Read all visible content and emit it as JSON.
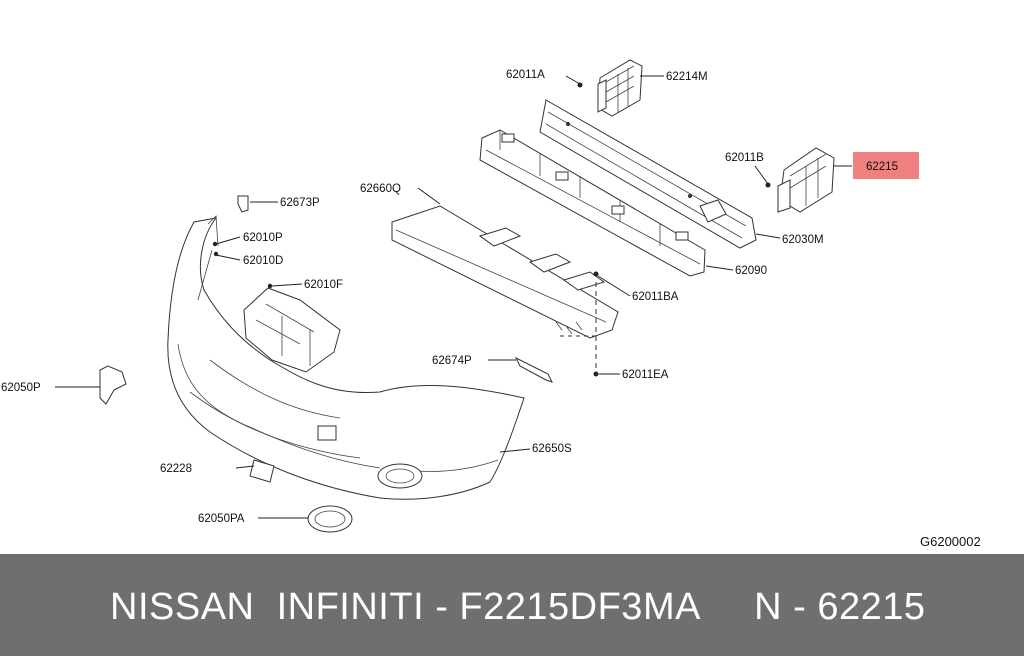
{
  "diagram": {
    "code": "G6200002",
    "highlight_color": "#f08080",
    "highlighted_part": "62215",
    "labels": {
      "p62011A": "62011A",
      "p62214M": "62214M",
      "p62215": "62215",
      "p62011B": "62011B",
      "p62030M": "62030M",
      "p62090": "62090",
      "p62660Q": "62660Q",
      "p62673P": "62673P",
      "p62010P": "62010P",
      "p62010D": "62010D",
      "p62010F": "62010F",
      "p62011BA": "62011BA",
      "p62674P": "62674P",
      "p62011EA": "62011EA",
      "p62050P": "62050P",
      "p62650S": "62650S",
      "p62228": "62228",
      "p62050PA": "62050PA"
    }
  },
  "footer": {
    "text": "NISSAN  INFINITI - F2215DF3MA     N - 62215",
    "background": "#6f6f6f"
  }
}
